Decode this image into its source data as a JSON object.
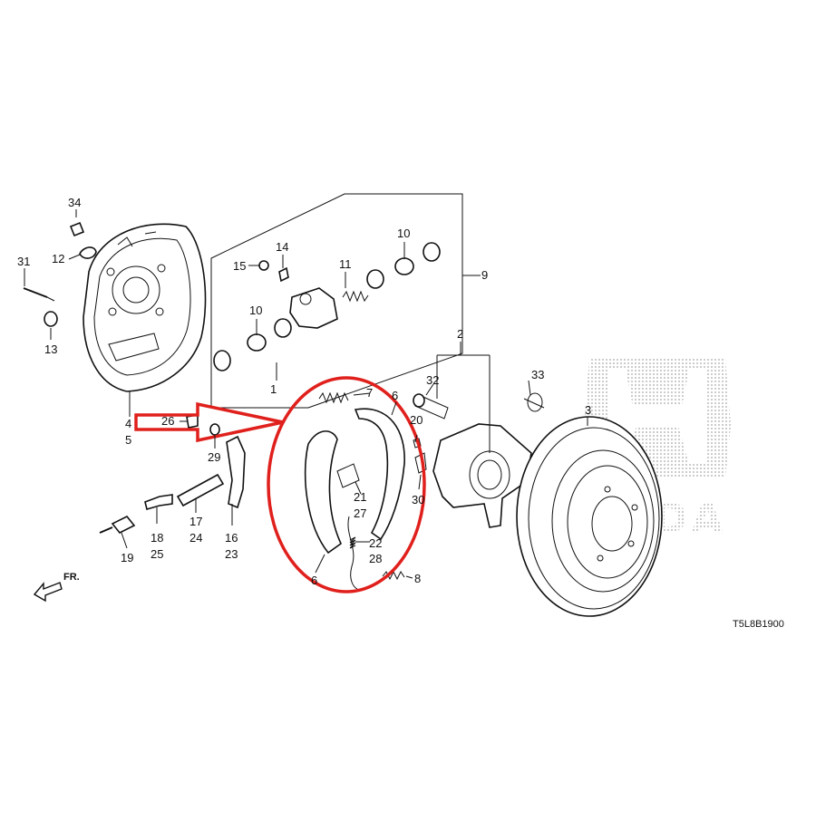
{
  "diagram": {
    "labels": {
      "p1": "1",
      "p2": "2",
      "p3": "3",
      "p4": "4",
      "p5": "5",
      "p6a": "6",
      "p6b": "6",
      "p7": "7",
      "p8": "8",
      "p9": "9",
      "p10a": "10",
      "p10b": "10",
      "p11": "11",
      "p12": "12",
      "p13": "13",
      "p14": "14",
      "p15": "15",
      "p16": "16",
      "p17": "17",
      "p18": "18",
      "p19": "19",
      "p20": "20",
      "p21": "21",
      "p22": "22",
      "p23": "23",
      "p24": "24",
      "p25": "25",
      "p26": "26",
      "p27": "27",
      "p28": "28",
      "p29": "29",
      "p30": "30",
      "p31": "31",
      "p32": "32",
      "p33": "33",
      "p34": "34"
    },
    "direction_label": "FR.",
    "diagram_code": "T5L8B1900",
    "watermark_text": "HONDA",
    "highlight_color": "#e0201c",
    "ink_color": "#111111"
  }
}
